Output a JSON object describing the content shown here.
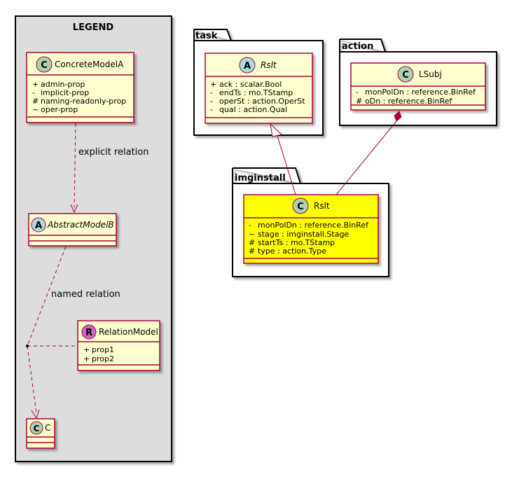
{
  "colors": {
    "class_fill": "#FEFECE",
    "class_border": "#A80036",
    "highlight_fill": "#FFFF00",
    "legend_fill": "#DDDDDD",
    "stereo_class": "#ADD1B2",
    "stereo_abstract": "#A9DCDF",
    "stereo_relation": "#CC66CC"
  },
  "legend": {
    "title": "LEGEND",
    "concrete": {
      "stereotype": "C",
      "name": "ConcreteModelA",
      "attrs": [
        {
          "vis": "+",
          "text": "admin-prop"
        },
        {
          "vis": "-",
          "text": "implicit-prop"
        },
        {
          "vis": "#",
          "text": "naming-readonly-prop"
        },
        {
          "vis": "~",
          "text": "oper-prop"
        }
      ]
    },
    "explicit_label": "explicit relation",
    "abstract": {
      "stereotype": "A",
      "name": "AbstractModelB"
    },
    "named_label": "named relation",
    "relation": {
      "stereotype": "R",
      "name": "RelationModel",
      "attrs": [
        {
          "vis": "+",
          "text": "prop1"
        },
        {
          "vis": "+",
          "text": "prop2"
        }
      ]
    },
    "c": {
      "stereotype": "C",
      "name": "C"
    }
  },
  "task": {
    "package": "task",
    "cls": {
      "stereotype": "A",
      "name": "Rslt",
      "attrs": [
        {
          "vis": "+",
          "text": "ack : scalar.Bool"
        },
        {
          "vis": "-",
          "text": "endTs : mo.TStamp"
        },
        {
          "vis": "-",
          "text": "operSt : action.OperSt"
        },
        {
          "vis": "-",
          "text": "qual : action.Qual"
        }
      ]
    }
  },
  "action": {
    "package": "action",
    "cls": {
      "stereotype": "C",
      "name": "LSubj",
      "attrs": [
        {
          "vis": "-",
          "text": "monPolDn : reference.BinRef"
        },
        {
          "vis": "#",
          "text": "oDn : reference.BinRef"
        }
      ]
    }
  },
  "imginstall": {
    "package": "imginstall",
    "cls": {
      "stereotype": "C",
      "name": "Rslt",
      "attrs": [
        {
          "vis": "-",
          "text": "monPolDn : reference.BinRef"
        },
        {
          "vis": "~",
          "text": "stage : imginstall.Stage"
        },
        {
          "vis": "#",
          "text": "startTs : mo.TStamp"
        },
        {
          "vis": "#",
          "text": "type : action.Type"
        }
      ]
    }
  }
}
